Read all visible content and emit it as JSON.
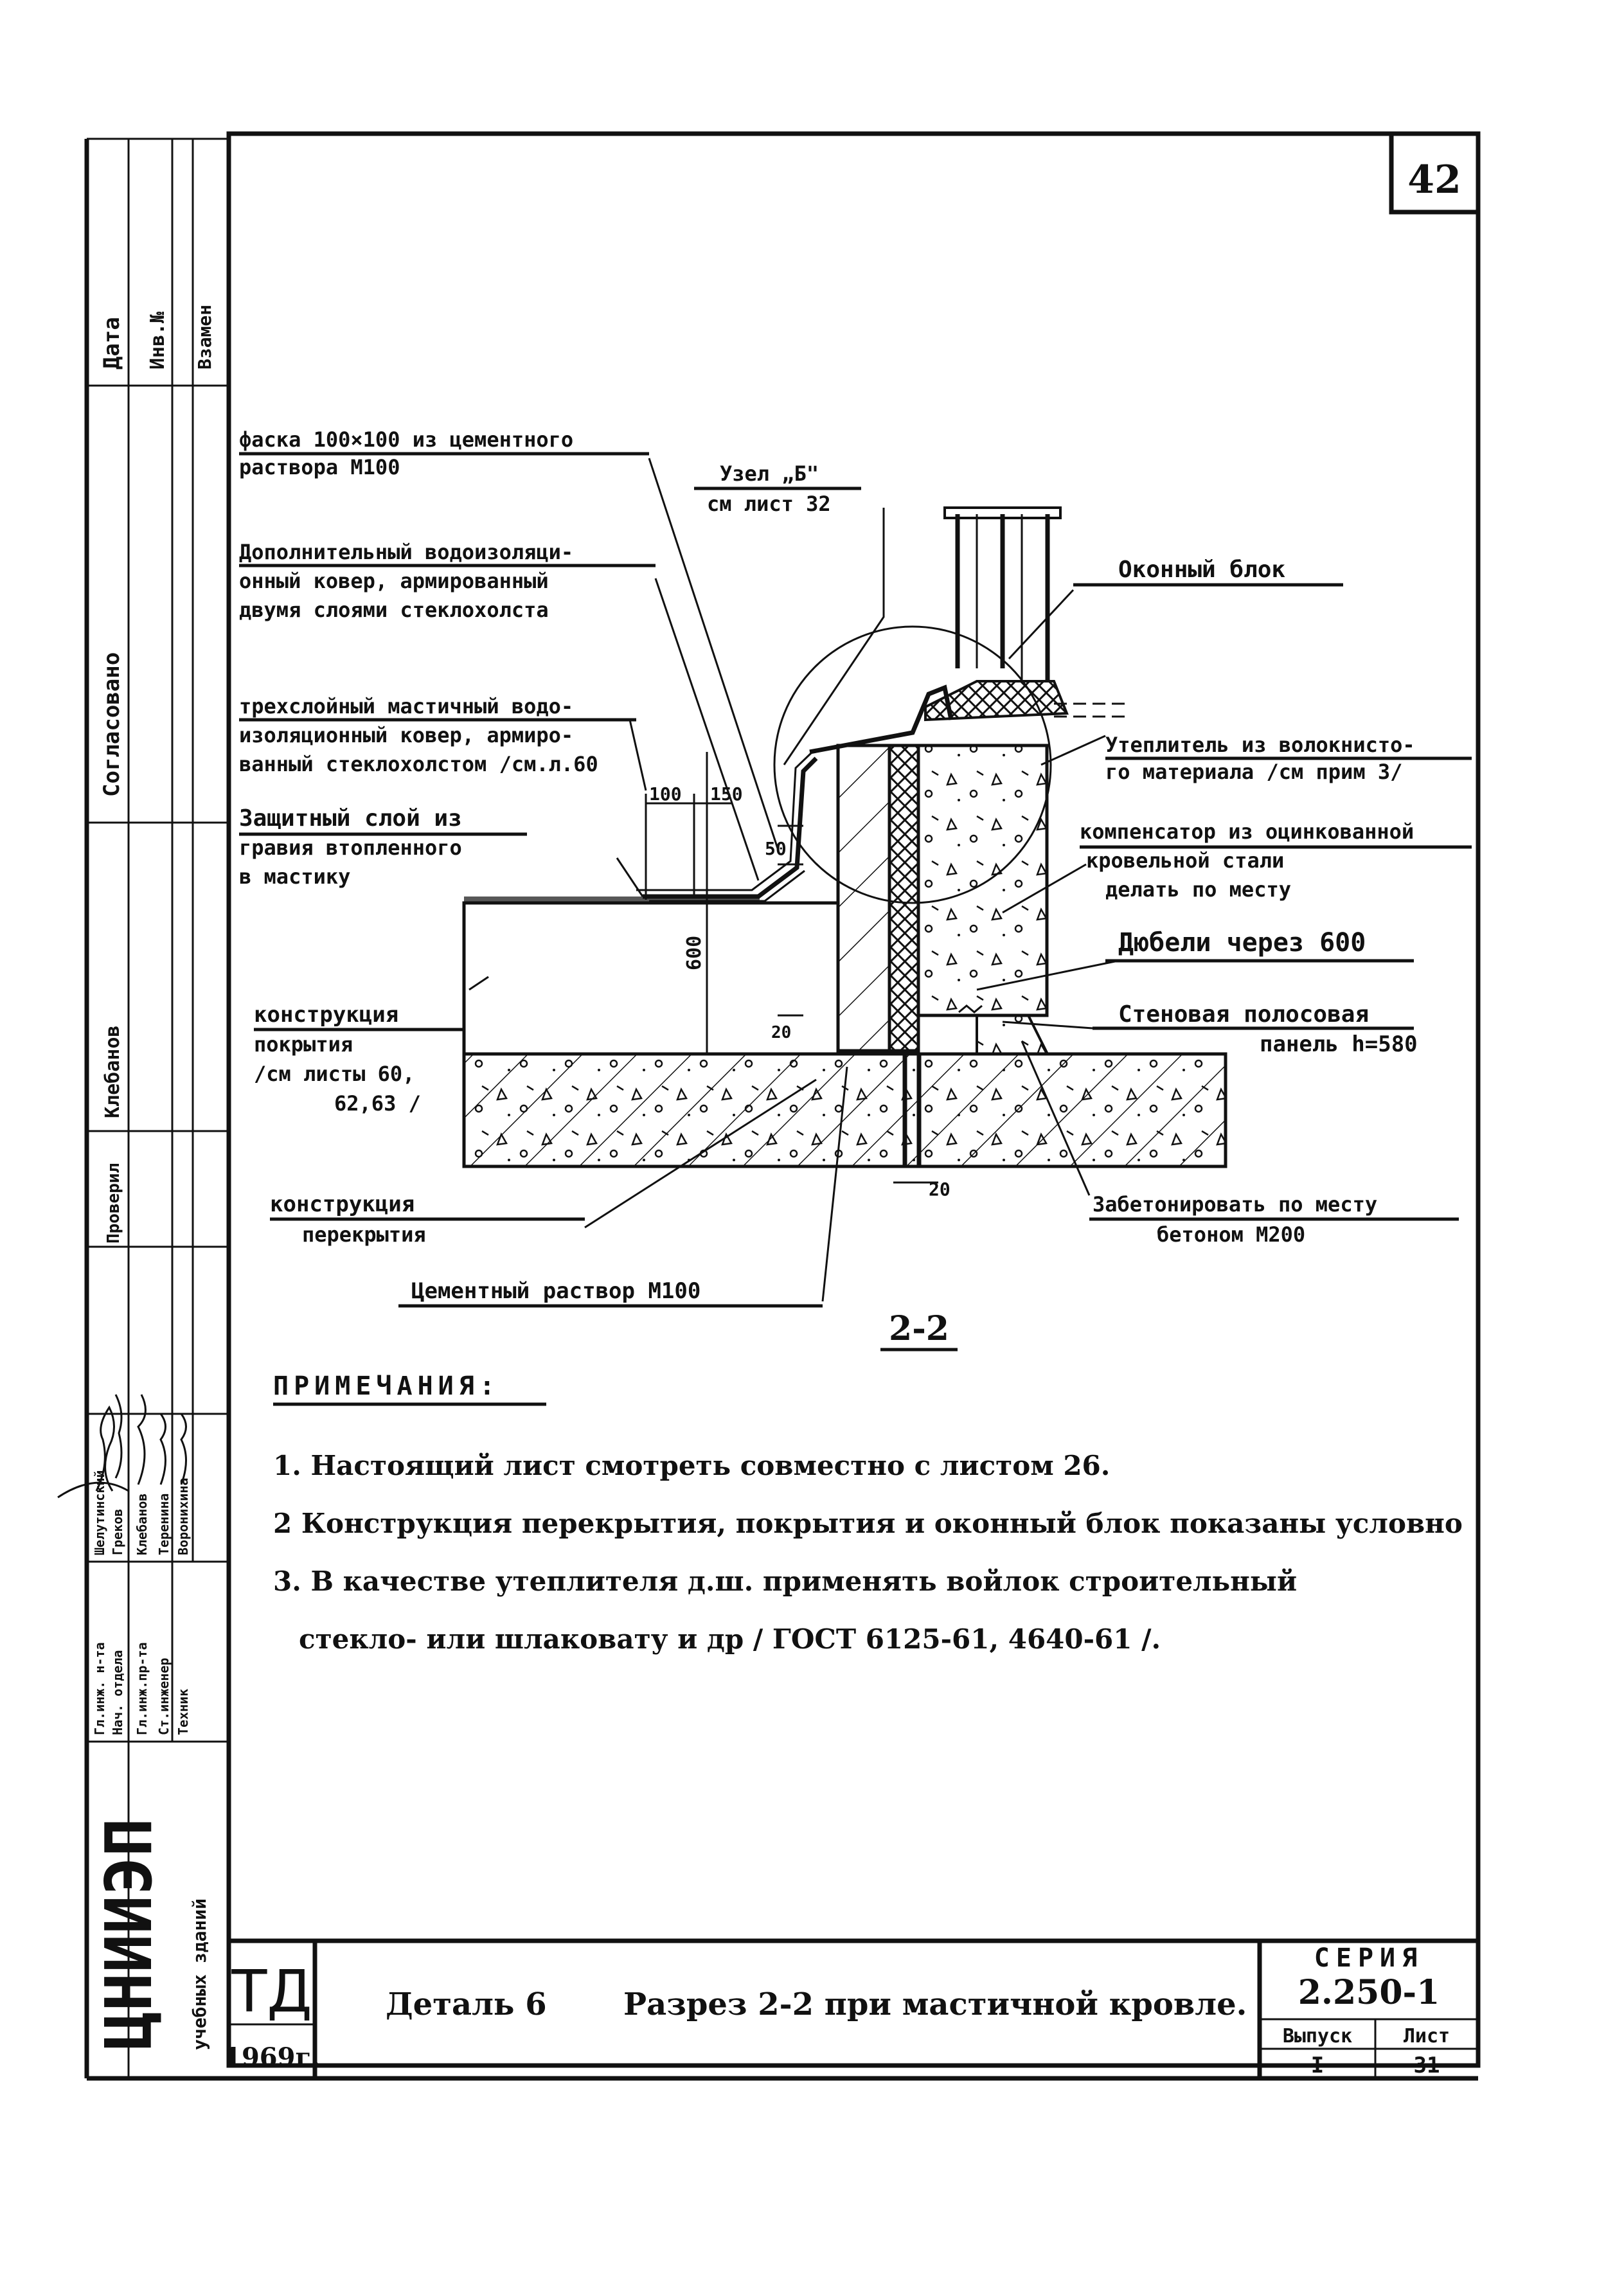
{
  "sheet": {
    "page_number": "42",
    "section_title": "2-2",
    "notes_heading": "ПРИМЕЧАНИЯ:",
    "notes": [
      "1. Настоящий лист смотреть совместно с листом 26.",
      "2 Конструкция перекрытия, покрытия и оконный блок показаны условно",
      "3. В качестве утеплителя д.ш. применять войлок строительный",
      "стекло- или шлаковату и др / ГОСТ 6125-61, 4640-61 /."
    ]
  },
  "callouts": {
    "faska": [
      "фаска 100×100 из цементного",
      "раствора   М100"
    ],
    "uzel": [
      "Узел „Б\"",
      "см лист 32"
    ],
    "dop_kover": [
      "Дополнительный водоизоляци-",
      "онный ковер, армированный",
      "двумя слоями стеклохолста"
    ],
    "okonny_blok": "Оконный блок",
    "tresloyny": [
      "трехслойный мастичный водо-",
      "изоляционный ковер, армиро-",
      "ванный стеклохолстом /см.л.60"
    ],
    "uteplitel": [
      "Утеплитель из волокнисто-",
      "го материала /см прим 3/"
    ],
    "zashchitny": [
      "Защитный слой из",
      "гравия втопленного",
      "в мастику"
    ],
    "kompensator": [
      "компенсатор из оцинкованной",
      "кровельной стали",
      "делать по месту"
    ],
    "dyubeli": "Дюбели через 600",
    "konstr_pokr": [
      "конструкция",
      "покрытия",
      "/см листы 60,",
      "62,63 /"
    ],
    "stenovaya": [
      "Стеновая полосовая",
      "панель h=580"
    ],
    "konstr_perekr": [
      "конструкция",
      "перекрытия"
    ],
    "zabetonirovat": [
      "Забетонировать по месту",
      "бетоном   М200"
    ],
    "cement": "Цементный раствор М100",
    "dims": {
      "d100": "100",
      "d150": "150",
      "d50": "50",
      "d600": "600",
      "d20a": "20",
      "d20b": "20"
    }
  },
  "left_strip": {
    "top_labels": [
      "Дата",
      "Инв.№",
      "Взамен"
    ],
    "section_labels": [
      "Согласовано",
      "Клебанов",
      "Проверил"
    ],
    "roles": [
      "Гл.инж. н-та",
      "Нач. отдела",
      "Гл.инж.пр-та",
      "Ст.инженер",
      "Техник"
    ],
    "names": [
      "Шелутинский",
      "Греков",
      "Клебанов",
      "Теренина",
      "Воронихина"
    ],
    "org": "ЦНИИЭП",
    "org_sub": "учебных зданий"
  },
  "title_block": {
    "code": "ТД",
    "year": "1969г.",
    "detail": "Деталь 6",
    "title": "Разрез 2-2 при мастичной кровле.",
    "series_label": "СЕРИЯ",
    "series": "2.250-1",
    "issue_label": "Выпуск",
    "issue": "I",
    "sheet_label": "Лист",
    "sheet": "31"
  }
}
